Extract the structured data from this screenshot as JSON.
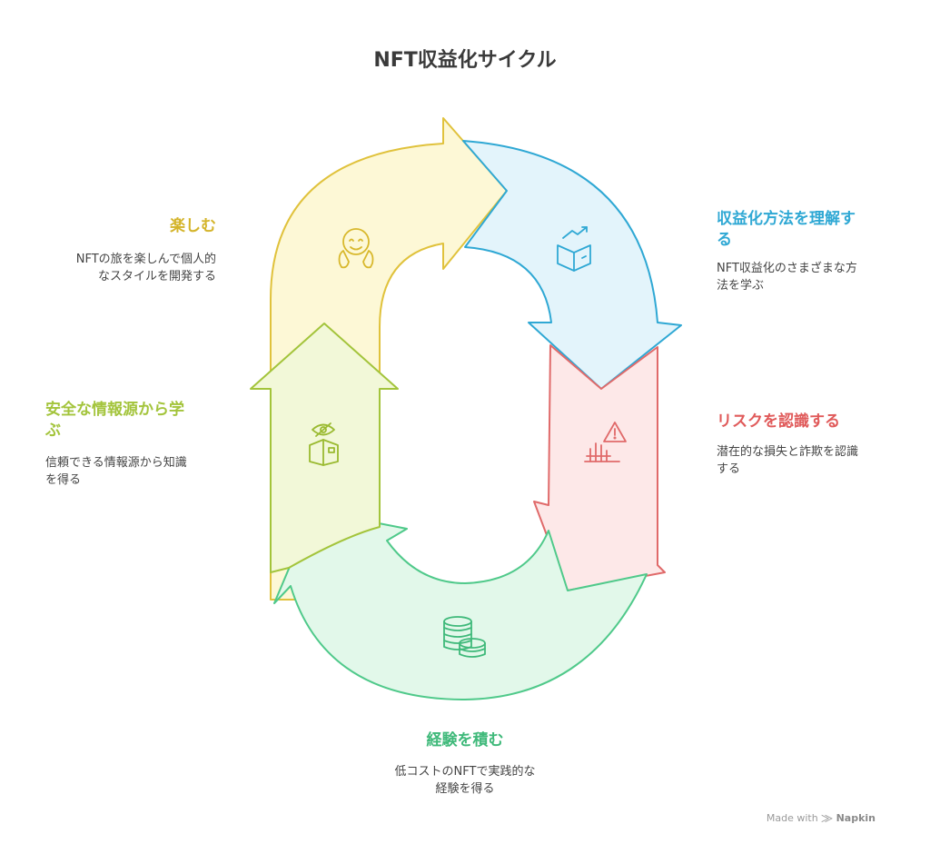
{
  "title": "NFT収益化サイクル",
  "colors": {
    "yellow": "#e0c23c",
    "yellow_fill": "#fdf8d6",
    "blue": "#2fa8d4",
    "blue_fill": "#e3f4fb",
    "red": "#e06a6a",
    "red_fill": "#fde8e8",
    "green": "#4fc98a",
    "green_fill": "#e2f8ea",
    "lime": "#a3c43b",
    "lime_fill": "#f2f8d8"
  },
  "stages": [
    {
      "key": "enjoy",
      "title": "楽しむ",
      "desc_line1": "NFTの旅を楽しんで個人的",
      "desc_line2": "なスタイルを開発する",
      "icon": "hands-smile-icon"
    },
    {
      "key": "understand",
      "title_line1": "収益化方法を理解す",
      "title_line2": "る",
      "desc_line1": "NFT収益化のさまざまな方",
      "desc_line2": "法を学ぶ",
      "icon": "book-chart-icon"
    },
    {
      "key": "risk",
      "title": "リスクを認識する",
      "desc_line1": "潜在的な損失と詐欺を認識",
      "desc_line2": "する",
      "icon": "warning-hand-icon"
    },
    {
      "key": "experience",
      "title": "経験を積む",
      "desc_line1": "低コストのNFTで実践的な",
      "desc_line2": "経験を得る",
      "icon": "coins-icon"
    },
    {
      "key": "learn",
      "title_line1": "安全な情報源から学",
      "title_line2": "ぶ",
      "desc_line1": "信頼できる情報源から知識",
      "desc_line2": "を得る",
      "icon": "eye-book-icon"
    }
  ],
  "watermark": {
    "prefix": "Made with",
    "brand": "Napkin"
  }
}
